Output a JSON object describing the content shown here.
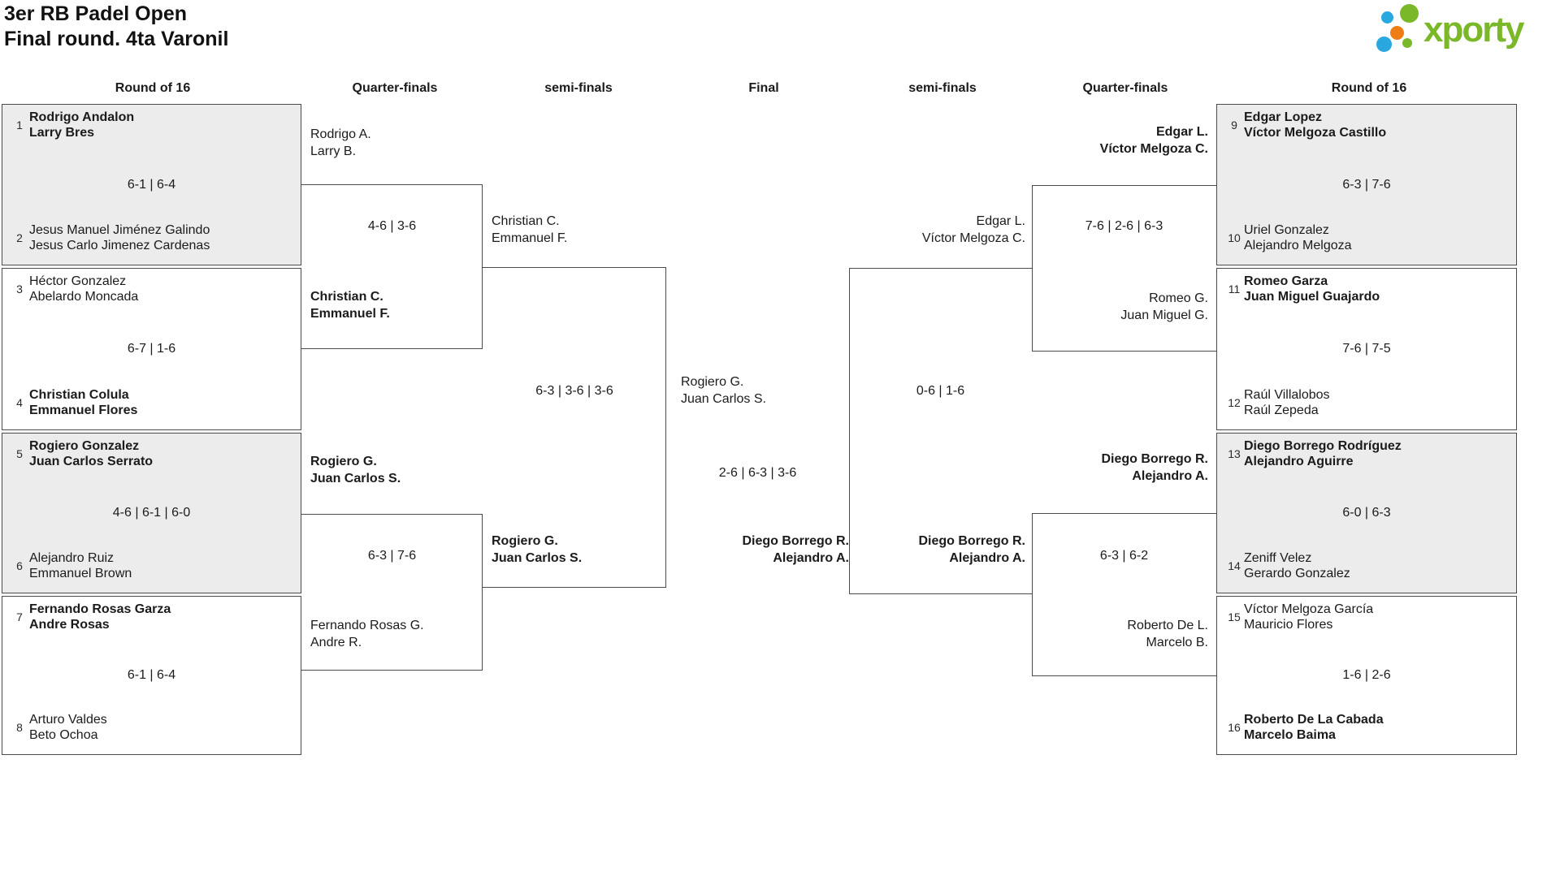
{
  "title": {
    "line1": "3er RB Padel Open",
    "line2": "Final round. 4ta Varonil"
  },
  "logo": {
    "text": "xporty",
    "green": "#7ab829",
    "blue": "#29a8e0",
    "orange": "#ef7d15"
  },
  "headers": [
    "Round of 16",
    "Quarter-finals",
    "semi-finals",
    "Final",
    "semi-finals",
    "Quarter-finals",
    "Round of 16"
  ],
  "colors": {
    "line": "#4a4a4a",
    "box_shade": "#ececec",
    "text": "#1b1b1b"
  },
  "bracket": {
    "r16_left": [
      {
        "top": {
          "seed": "1",
          "players": [
            "Rodrigo Andalon",
            "Larry Bres"
          ],
          "winner": true
        },
        "score": "6-1 | 6-4",
        "bottom": {
          "seed": "2",
          "players": [
            "Jesus Manuel Jiménez Galindo",
            "Jesus Carlo Jimenez Cardenas"
          ],
          "winner": false
        }
      },
      {
        "top": {
          "seed": "3",
          "players": [
            "Héctor Gonzalez",
            "Abelardo Moncada"
          ],
          "winner": false
        },
        "score": "6-7 | 1-6",
        "bottom": {
          "seed": "4",
          "players": [
            "Christian Colula",
            "Emmanuel Flores"
          ],
          "winner": true
        }
      },
      {
        "top": {
          "seed": "5",
          "players": [
            "Rogiero Gonzalez",
            "Juan Carlos Serrato"
          ],
          "winner": true
        },
        "score": "4-6 | 6-1 | 6-0",
        "bottom": {
          "seed": "6",
          "players": [
            "Alejandro Ruiz",
            "Emmanuel Brown"
          ],
          "winner": false
        }
      },
      {
        "top": {
          "seed": "7",
          "players": [
            "Fernando Rosas Garza",
            "Andre Rosas"
          ],
          "winner": true
        },
        "score": "6-1 | 6-4",
        "bottom": {
          "seed": "8",
          "players": [
            "Arturo Valdes",
            "Beto Ochoa"
          ],
          "winner": false
        }
      }
    ],
    "qf_left": [
      {
        "top": {
          "players": [
            "Rodrigo A.",
            "Larry B."
          ],
          "winner": false
        },
        "score": "4-6 | 3-6",
        "bottom": {
          "players": [
            "Christian C.",
            "Emmanuel F."
          ],
          "winner": true
        }
      },
      {
        "top": {
          "players": [
            "Rogiero G.",
            "Juan Carlos S."
          ],
          "winner": true
        },
        "score": "6-3 | 7-6",
        "bottom": {
          "players": [
            "Fernando Rosas G.",
            "Andre R."
          ],
          "winner": false
        }
      }
    ],
    "sf_left": {
      "top": {
        "players": [
          "Christian C.",
          "Emmanuel F."
        ],
        "winner": false
      },
      "score": "6-3 | 3-6 | 3-6",
      "bottom": {
        "players": [
          "Rogiero G.",
          "Juan Carlos S."
        ],
        "winner": true
      }
    },
    "final": {
      "top": {
        "players": [
          "Rogiero G.",
          "Juan Carlos S."
        ],
        "winner": false
      },
      "score": "2-6 | 6-3 | 3-6",
      "bottom": {
        "players": [
          "Diego Borrego R.",
          "Alejandro A."
        ],
        "winner": true
      }
    },
    "sf_right": {
      "top": {
        "players": [
          "Edgar L.",
          "Víctor Melgoza C."
        ],
        "winner": false
      },
      "score": "0-6 | 1-6",
      "bottom": {
        "players": [
          "Diego Borrego R.",
          "Alejandro A."
        ],
        "winner": true
      }
    },
    "qf_right": [
      {
        "top": {
          "players": [
            "Edgar L.",
            "Víctor Melgoza C."
          ],
          "winner": true
        },
        "score": "7-6 | 2-6 | 6-3",
        "bottom": {
          "players": [
            "Romeo G.",
            "Juan Miguel G."
          ],
          "winner": false
        }
      },
      {
        "top": {
          "players": [
            "Diego Borrego R.",
            "Alejandro A."
          ],
          "winner": true
        },
        "score": "6-3 | 6-2",
        "bottom": {
          "players": [
            "Roberto De L.",
            "Marcelo B."
          ],
          "winner": false
        }
      }
    ],
    "r16_right": [
      {
        "top": {
          "seed": "9",
          "players": [
            "Edgar Lopez",
            "Víctor Melgoza Castillo"
          ],
          "winner": true
        },
        "score": "6-3 | 7-6",
        "bottom": {
          "seed": "10",
          "players": [
            "Uriel Gonzalez",
            "Alejandro Melgoza"
          ],
          "winner": false
        }
      },
      {
        "top": {
          "seed": "11",
          "players": [
            "Romeo Garza",
            "Juan Miguel Guajardo"
          ],
          "winner": true
        },
        "score": "7-6 | 7-5",
        "bottom": {
          "seed": "12",
          "players": [
            "Raúl Villalobos",
            "Raúl Zepeda"
          ],
          "winner": false
        }
      },
      {
        "top": {
          "seed": "13",
          "players": [
            "Diego Borrego Rodríguez",
            "Alejandro Aguirre"
          ],
          "winner": true
        },
        "score": "6-0 | 6-3",
        "bottom": {
          "seed": "14",
          "players": [
            "Zeniff Velez",
            "Gerardo Gonzalez"
          ],
          "winner": false
        }
      },
      {
        "top": {
          "seed": "15",
          "players": [
            "Víctor Melgoza García",
            "Mauricio Flores"
          ],
          "winner": false
        },
        "score": "1-6 | 2-6",
        "bottom": {
          "seed": "16",
          "players": [
            "Roberto De La Cabada",
            "Marcelo Baima"
          ],
          "winner": true
        }
      }
    ]
  }
}
